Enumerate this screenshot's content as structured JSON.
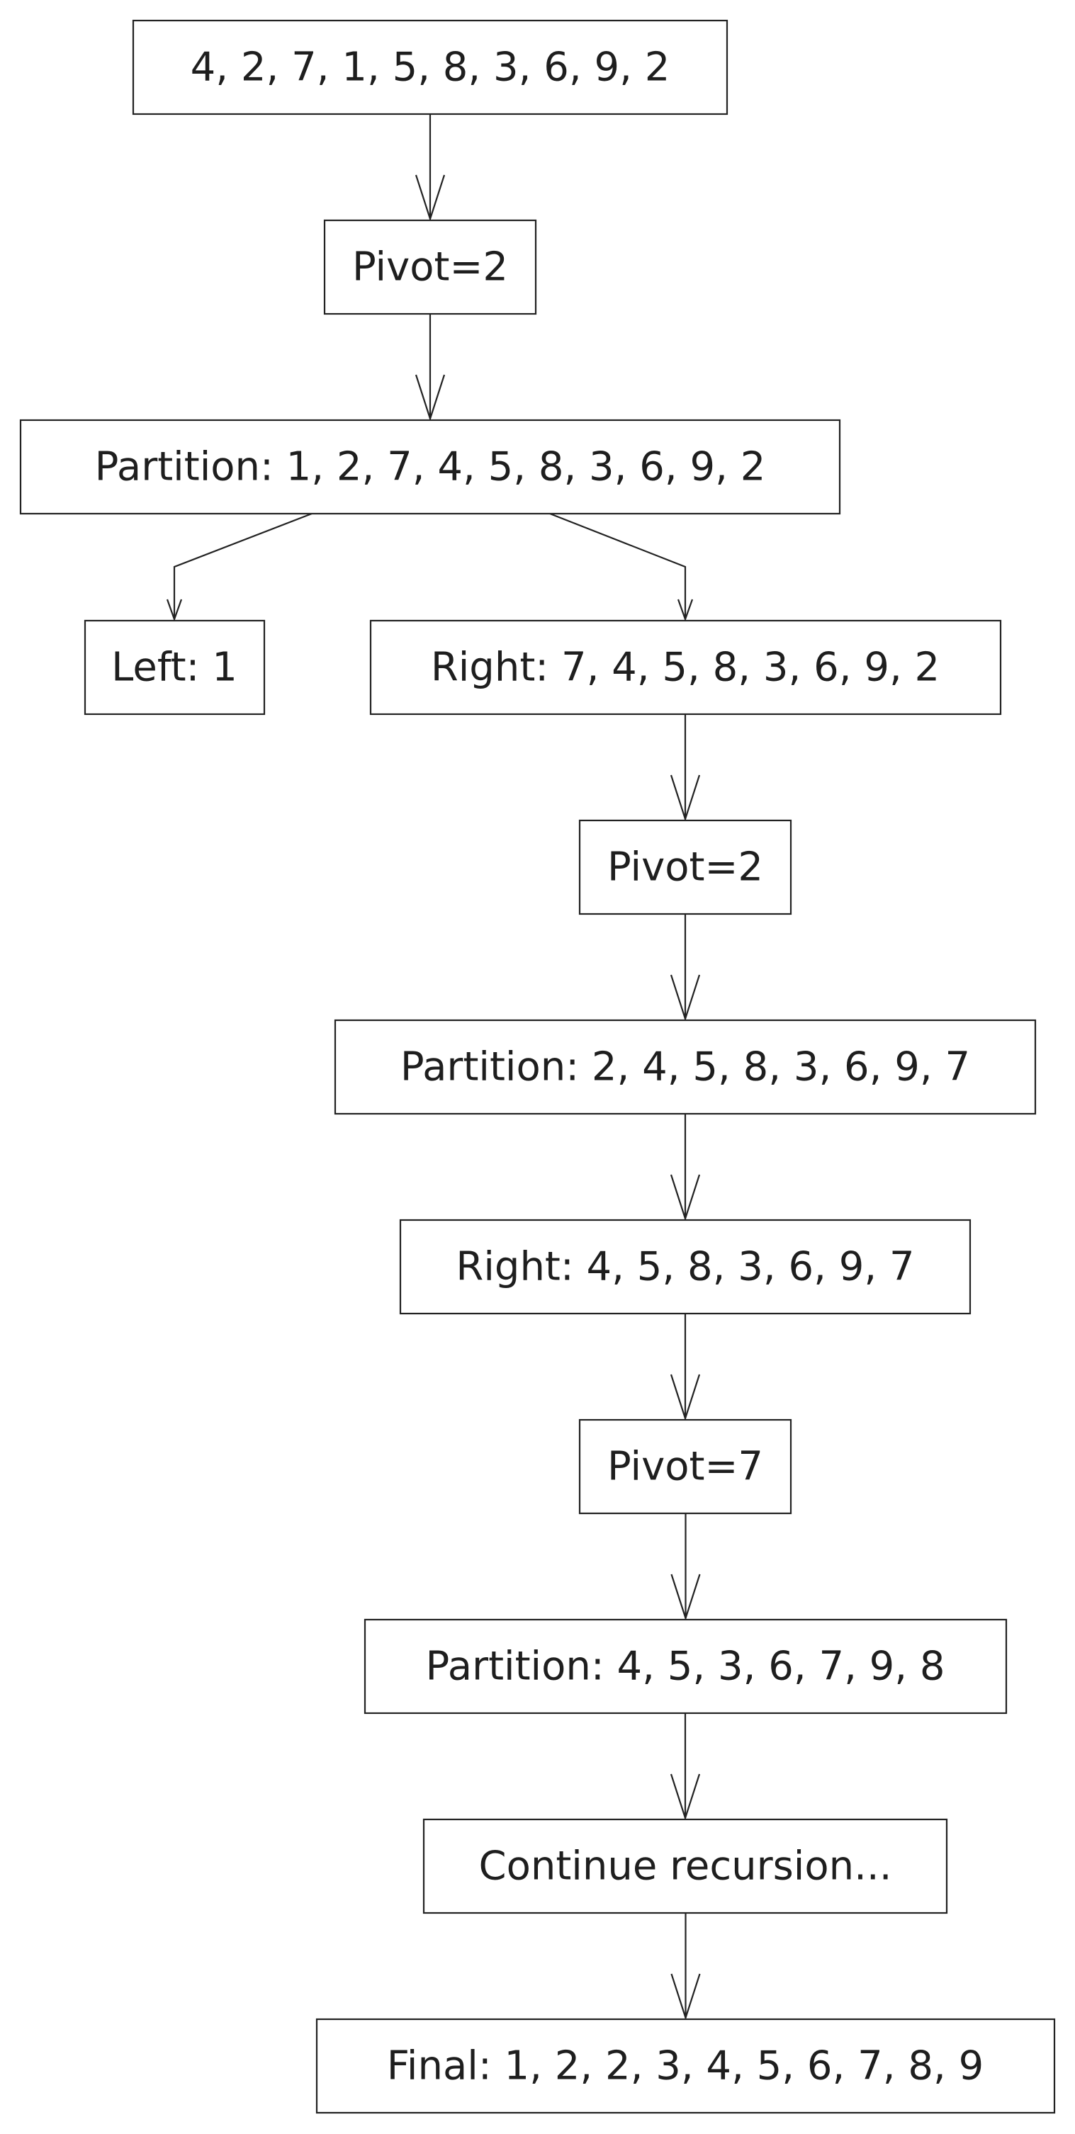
{
  "nodes": [
    {
      "id": "start",
      "label": "4, 2, 7, 1, 5, 8, 3, 6, 9, 2"
    },
    {
      "id": "pivot1",
      "label": "Pivot=2"
    },
    {
      "id": "partition1",
      "label": "Partition: 1, 2, 7, 4, 5, 8, 3, 6, 9, 2"
    },
    {
      "id": "left1",
      "label": "Left: 1"
    },
    {
      "id": "right1",
      "label": "Right: 7, 4, 5, 8, 3, 6, 9, 2"
    },
    {
      "id": "pivot2",
      "label": "Pivot=2"
    },
    {
      "id": "partition2",
      "label": "Partition: 2, 4, 5, 8, 3, 6, 9, 7"
    },
    {
      "id": "right2",
      "label": "Right: 4, 5, 8, 3, 6, 9, 7"
    },
    {
      "id": "pivot3",
      "label": "Pivot=7"
    },
    {
      "id": "partition3",
      "label": "Partition: 4, 5, 3, 6, 7, 9, 8"
    },
    {
      "id": "continue",
      "label": "Continue recursion..."
    },
    {
      "id": "final",
      "label": "Final: 1, 2, 2, 3, 4, 5, 6, 7, 8, 9"
    }
  ],
  "edges": [
    {
      "from": "start",
      "to": "pivot1"
    },
    {
      "from": "pivot1",
      "to": "partition1"
    },
    {
      "from": "partition1",
      "to": "left1"
    },
    {
      "from": "partition1",
      "to": "right1"
    },
    {
      "from": "right1",
      "to": "pivot2"
    },
    {
      "from": "pivot2",
      "to": "partition2"
    },
    {
      "from": "partition2",
      "to": "right2"
    },
    {
      "from": "right2",
      "to": "pivot3"
    },
    {
      "from": "pivot3",
      "to": "partition3"
    },
    {
      "from": "partition3",
      "to": "continue"
    },
    {
      "from": "continue",
      "to": "final"
    }
  ]
}
